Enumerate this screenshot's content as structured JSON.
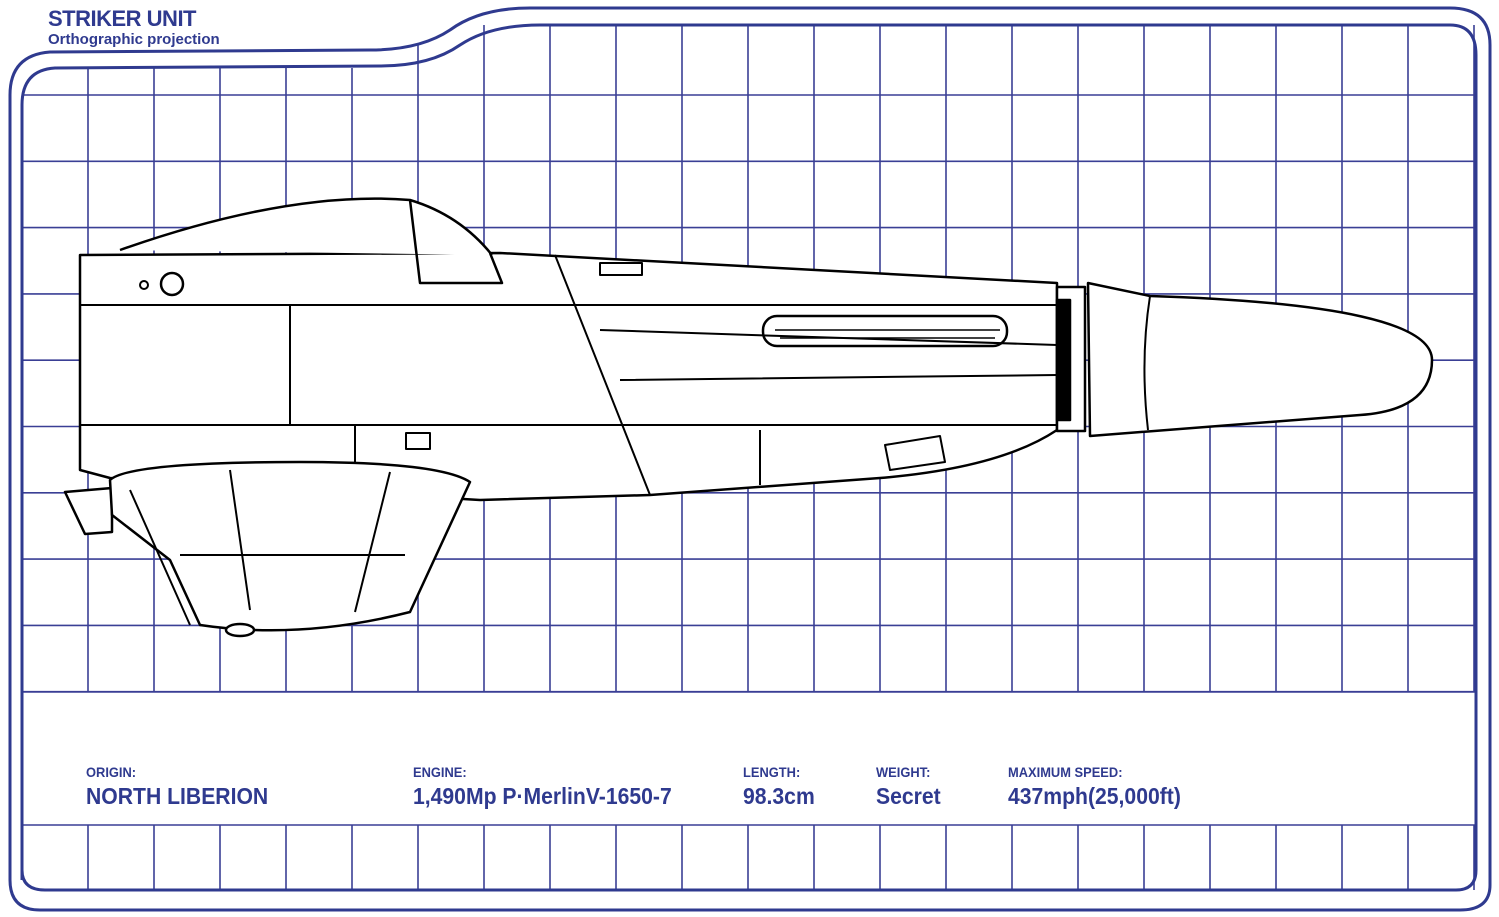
{
  "header": {
    "title": "STRIKER UNIT",
    "subtitle": "Orthographic projection"
  },
  "specs": [
    {
      "label": "ORIGIN:",
      "value": "NORTH LIBERION"
    },
    {
      "label": "ENGINE:",
      "value": "1,490Mp P·MerlinV-1650-7"
    },
    {
      "label": "LENGTH:",
      "value": "98.3cm"
    },
    {
      "label": "WEIGHT:",
      "value": "Secret"
    },
    {
      "label": "MAXIMUM SPEED:",
      "value": "437mph(25,000ft)"
    }
  ],
  "colors": {
    "ink": "#2f3a8f",
    "line": "#000000",
    "background": "#ffffff"
  }
}
